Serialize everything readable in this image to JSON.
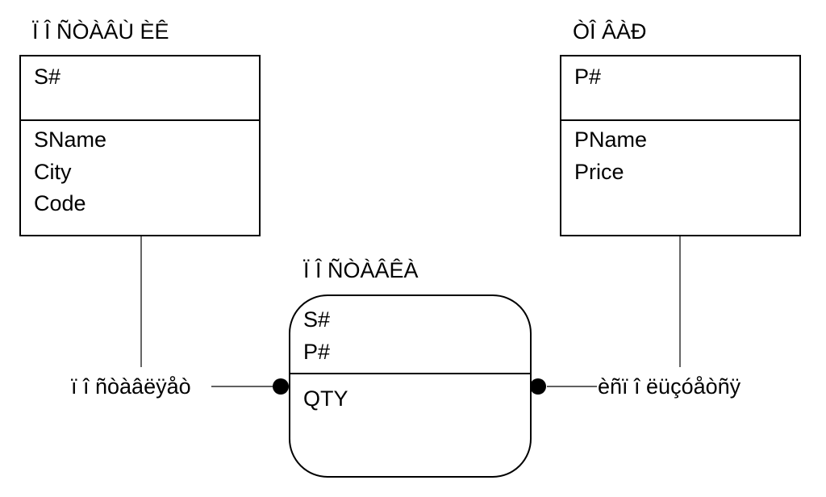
{
  "entities": {
    "supplier": {
      "title": "Ï Î ÑÒÀÂÙ ÈÊ",
      "key": "S#",
      "attributes": [
        "SName",
        "City",
        "Code"
      ]
    },
    "part": {
      "title": "ÒÎ ÂÀÐ",
      "key": "P#",
      "attributes": [
        "PName",
        "Price"
      ]
    }
  },
  "relationship": {
    "title": "Ï Î ÑÒÀÂÊÀ",
    "keys": [
      "S#",
      "P#"
    ],
    "attributes": [
      "QTY"
    ]
  },
  "links": {
    "left_label": "ï î ñòàâëÿåò",
    "right_label": "èñï î ëüçóåòñÿ"
  }
}
